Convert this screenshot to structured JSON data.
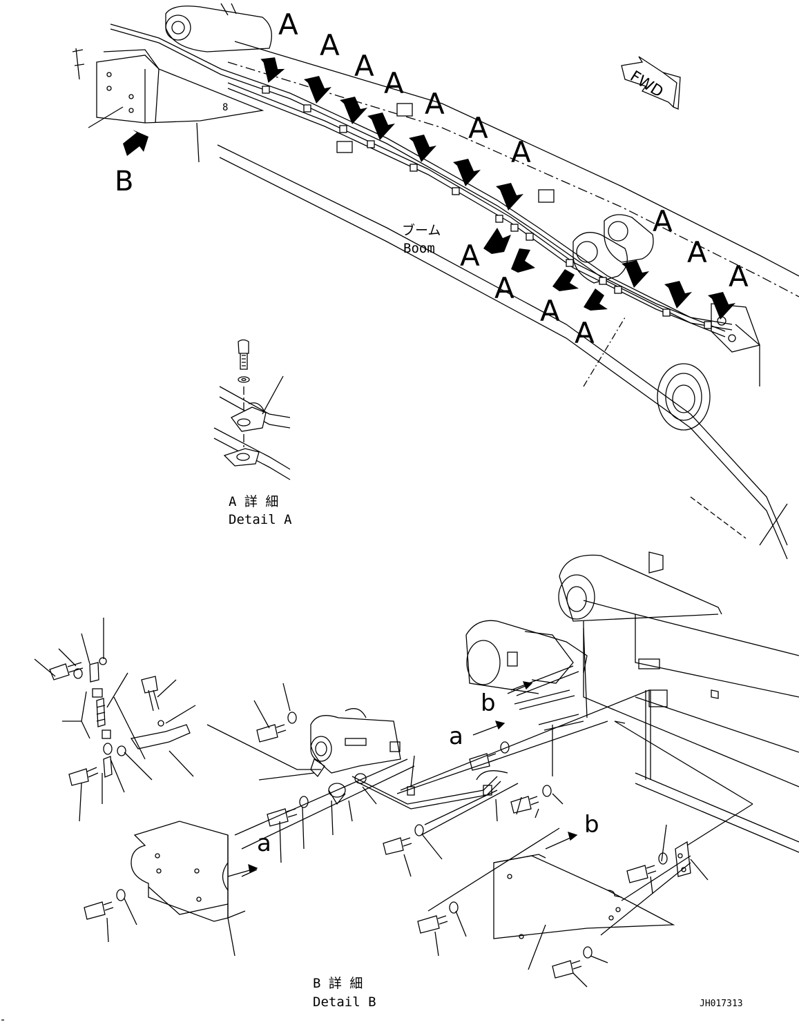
{
  "labels": {
    "view_a": "A",
    "view_b": "B",
    "arrow_a": "a",
    "arrow_b": "b",
    "fwd": "FWD"
  },
  "boom": {
    "jp": "ブーム",
    "en": "Boom"
  },
  "detail_a": {
    "jp": "A 詳 細",
    "en": "Detail A"
  },
  "detail_b": {
    "jp": "B 詳 細",
    "en": "Detail B"
  },
  "drawing_number": "JH017313"
}
